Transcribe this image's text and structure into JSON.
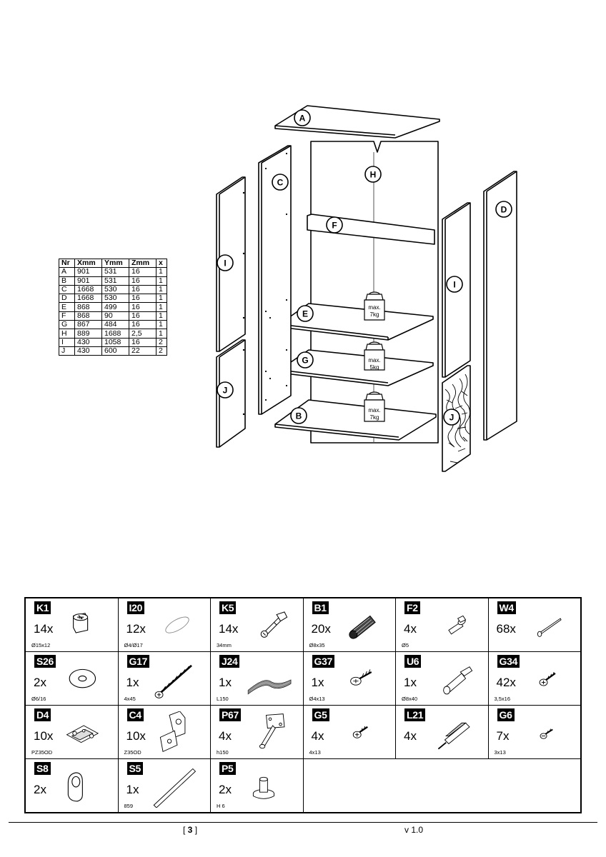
{
  "labels": {
    "A": "A",
    "B": "B",
    "C": "C",
    "D": "D",
    "E": "E",
    "F": "F",
    "G": "G",
    "H": "H",
    "I": "I",
    "J": "J"
  },
  "weights": {
    "top": {
      "line1": "max.",
      "line2": "7kg"
    },
    "middle": {
      "line1": "max.",
      "line2": "5kg"
    },
    "bottom": {
      "line1": "max.",
      "line2": "7kg"
    }
  },
  "parts_table": {
    "headers": [
      "Nr",
      "Xmm",
      "Ymm",
      "Zmm",
      "x"
    ],
    "rows": [
      [
        "A",
        "901",
        "531",
        "16",
        "1"
      ],
      [
        "B",
        "901",
        "531",
        "16",
        "1"
      ],
      [
        "C",
        "1668",
        "530",
        "16",
        "1"
      ],
      [
        "D",
        "1668",
        "530",
        "16",
        "1"
      ],
      [
        "E",
        "868",
        "499",
        "16",
        "1"
      ],
      [
        "F",
        "868",
        "90",
        "16",
        "1"
      ],
      [
        "G",
        "867",
        "484",
        "16",
        "1"
      ],
      [
        "H",
        "889",
        "1688",
        "2,5",
        "1"
      ],
      [
        "I",
        "430",
        "1058",
        "16",
        "2"
      ],
      [
        "J",
        "430",
        "600",
        "22",
        "2"
      ]
    ]
  },
  "hardware": [
    {
      "code": "K1",
      "qty": "14x",
      "size": "Ø15x12",
      "icon": "cam-lock-icon"
    },
    {
      "code": "I20",
      "qty": "12x",
      "size": "Ø4/Ø17",
      "icon": "cover-cap-icon"
    },
    {
      "code": "K5",
      "qty": "14x",
      "size": "34mm",
      "icon": "connector-bolt-icon"
    },
    {
      "code": "B1",
      "qty": "20x",
      "size": "Ø8x35",
      "icon": "wooden-dowel-icon"
    },
    {
      "code": "F2",
      "qty": "4x",
      "size": "Ø5",
      "icon": "shelf-pin-icon"
    },
    {
      "code": "W4",
      "qty": "68x",
      "size": "",
      "icon": "nail-icon"
    },
    {
      "code": "S26",
      "qty": "2x",
      "size": "Ø6/16",
      "icon": "washer-icon"
    },
    {
      "code": "G17",
      "qty": "1x",
      "size": "4x45",
      "icon": "long-screw-icon"
    },
    {
      "code": "J24",
      "qty": "1x",
      "size": "L150",
      "icon": "strap-icon"
    },
    {
      "code": "G37",
      "qty": "1x",
      "size": "Ø4x13",
      "icon": "washer-screw-icon"
    },
    {
      "code": "U6",
      "qty": "1x",
      "size": "Ø8x40",
      "icon": "wall-plug-icon"
    },
    {
      "code": "G34",
      "qty": "42x",
      "size": "3,5x16",
      "icon": "small-screw-icon"
    },
    {
      "code": "D4",
      "qty": "10x",
      "size": "PZ35OD",
      "icon": "hinge-plate-icon"
    },
    {
      "code": "C4",
      "qty": "10x",
      "size": "Z35OD",
      "icon": "hinge-icon"
    },
    {
      "code": "P67",
      "qty": "4x",
      "size": "h150",
      "icon": "furniture-leg-icon"
    },
    {
      "code": "G5",
      "qty": "4x",
      "size": "4x13",
      "icon": "screw-icon"
    },
    {
      "code": "L21",
      "qty": "4x",
      "size": "",
      "icon": "push-latch-icon"
    },
    {
      "code": "G6",
      "qty": "7x",
      "size": "3x13",
      "icon": "tiny-screw-icon"
    },
    {
      "code": "S8",
      "qty": "2x",
      "size": "",
      "icon": "hanger-bracket-icon"
    },
    {
      "code": "S5",
      "qty": "1x",
      "size": "859",
      "icon": "hanging-rod-icon"
    },
    {
      "code": "P5",
      "qty": "2x",
      "size": "H 6",
      "icon": "glide-foot-icon"
    }
  ],
  "footer": {
    "page": "3",
    "bracket_open": "[ ",
    "bracket_close": " ]",
    "version": "v 1.0"
  }
}
